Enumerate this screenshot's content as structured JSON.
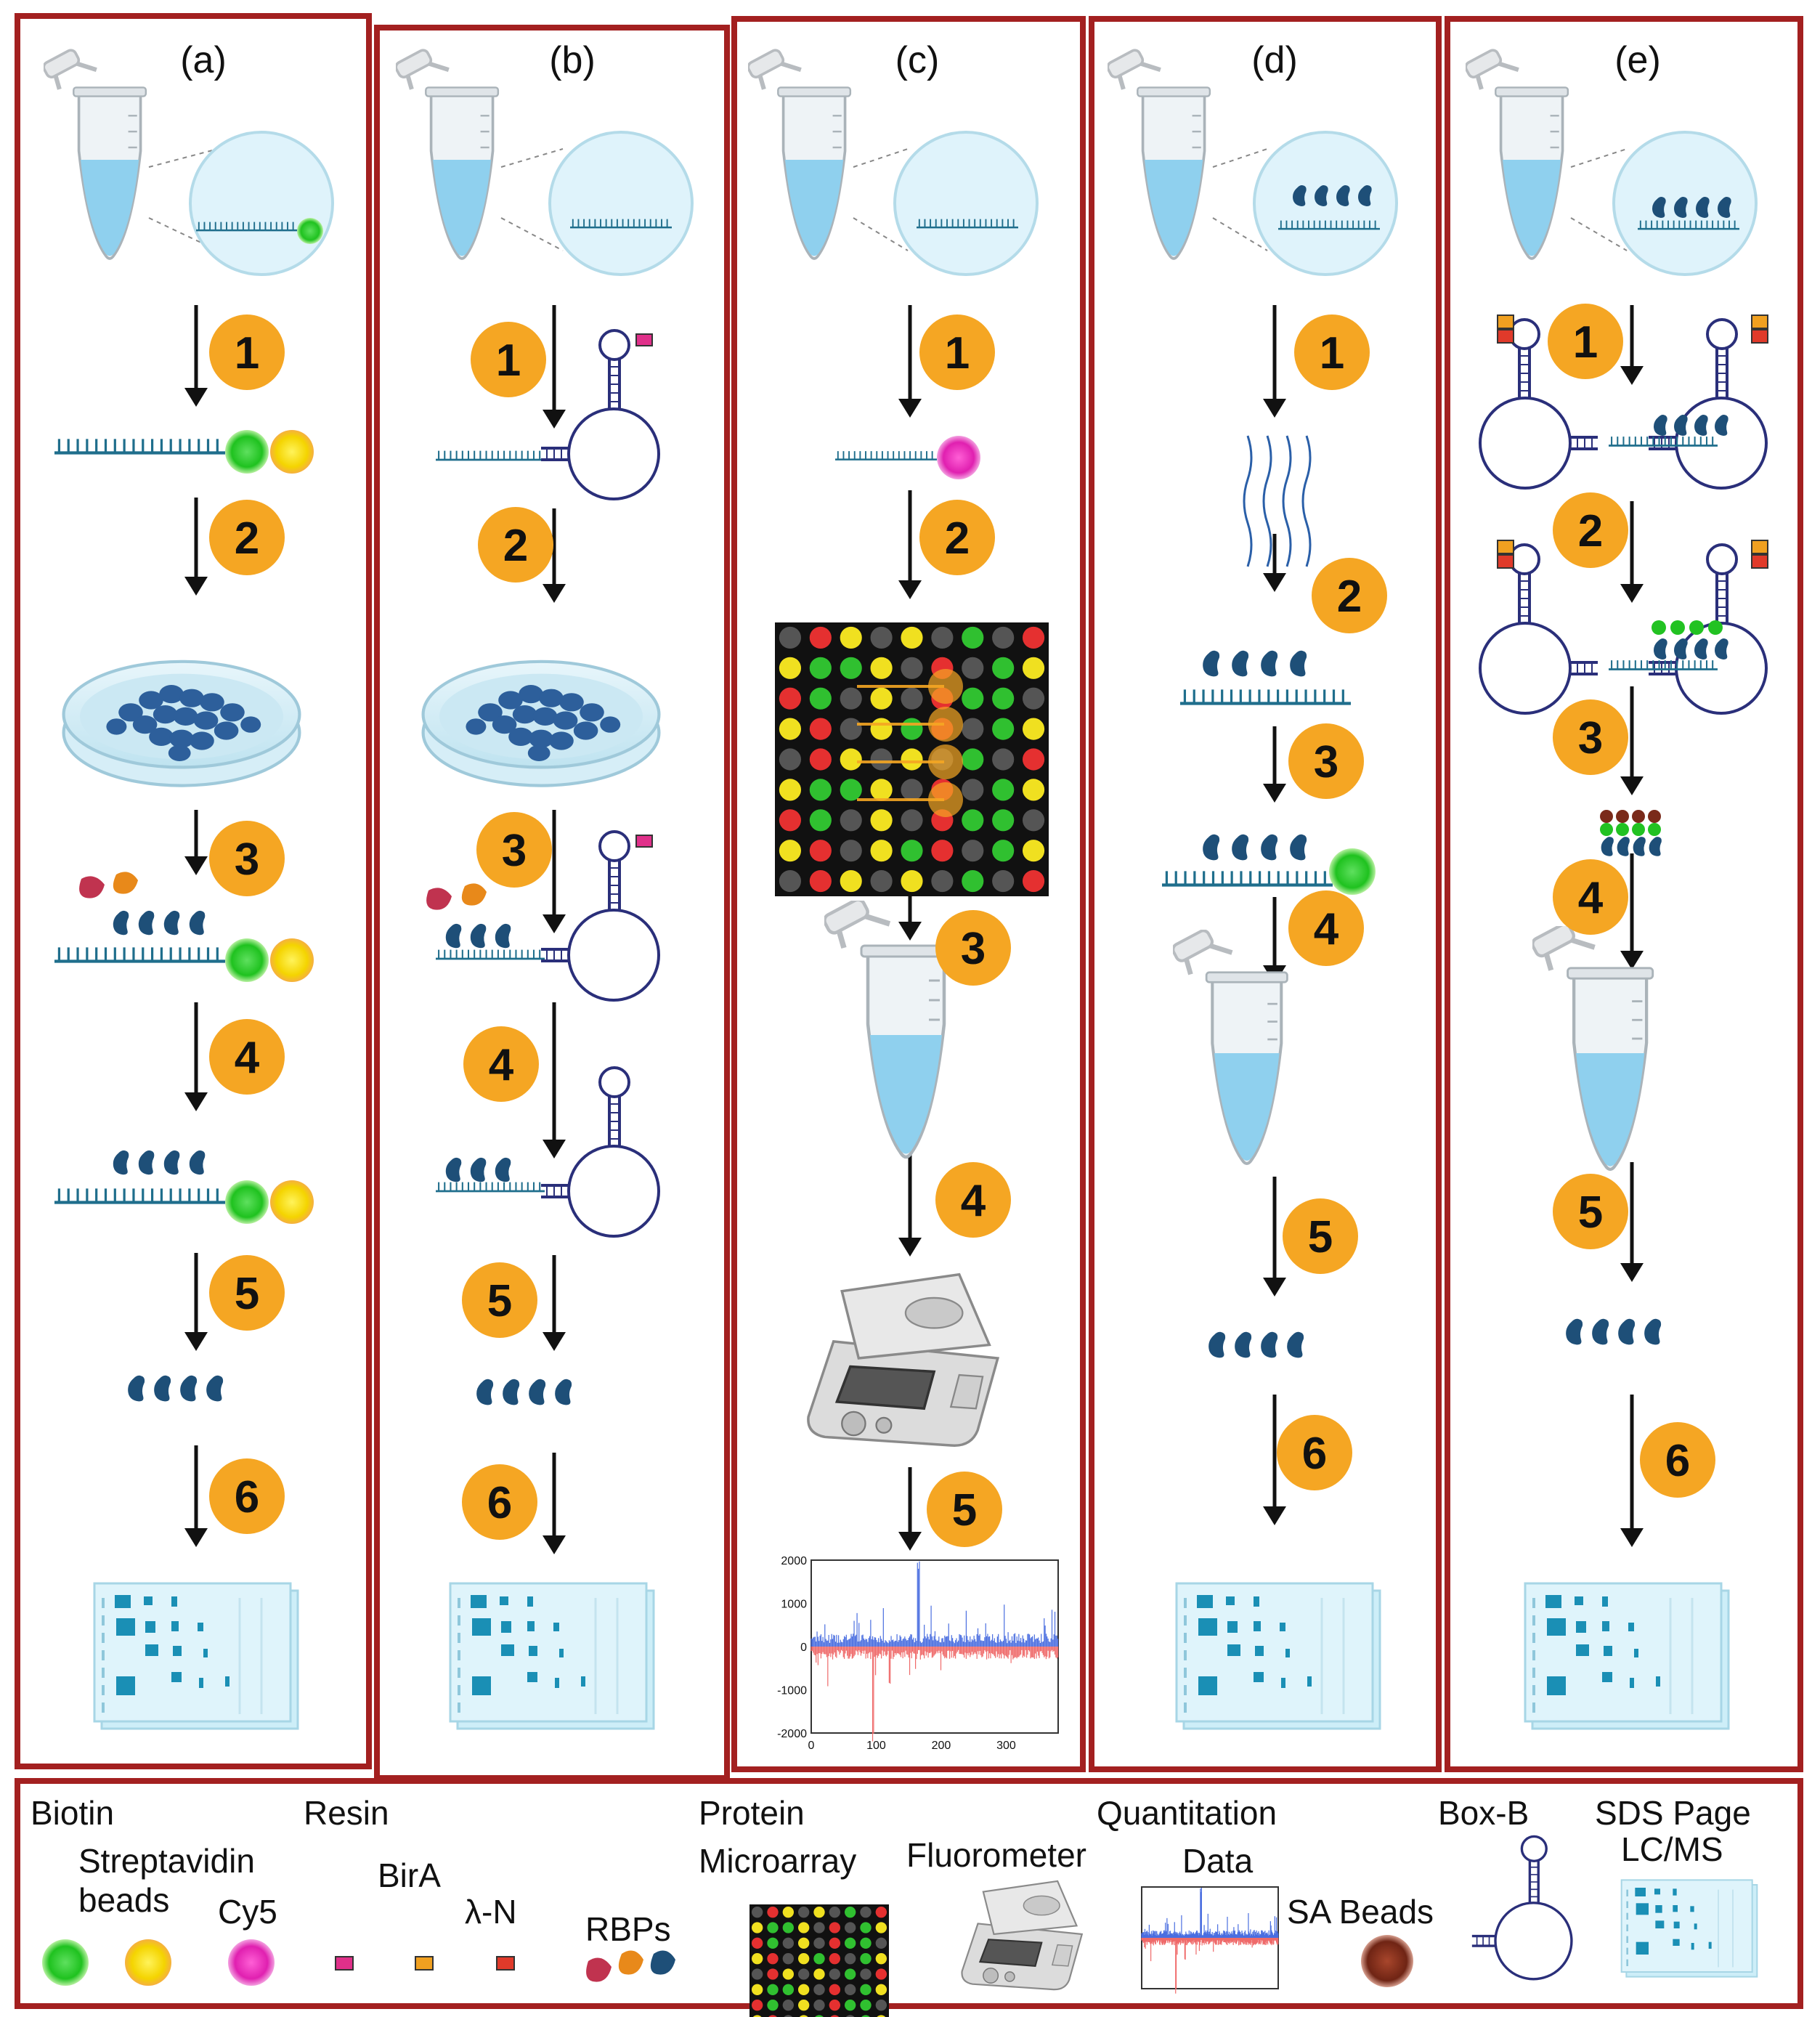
{
  "panels": [
    {
      "label": "(a)",
      "steps": [
        "1",
        "2",
        "3",
        "4",
        "5",
        "6"
      ]
    },
    {
      "label": "(b)",
      "steps": [
        "1",
        "2",
        "3",
        "4",
        "5",
        "6"
      ]
    },
    {
      "label": "(c)",
      "steps": [
        "1",
        "2",
        "3",
        "4",
        "5"
      ]
    },
    {
      "label": "(d)",
      "steps": [
        "1",
        "2",
        "3",
        "4",
        "5",
        "6"
      ]
    },
    {
      "label": "(e)",
      "steps": [
        "1",
        "2",
        "3",
        "4",
        "5",
        "6"
      ]
    }
  ],
  "chart_data": {
    "type": "bar",
    "ylim": [
      -2000,
      2000
    ],
    "xlim": [
      0,
      380
    ],
    "yticks": [
      "2000",
      "1000",
      "0",
      "-1000",
      "-2000"
    ],
    "xticks": [
      "0",
      "100",
      "200",
      "300"
    ]
  },
  "legend": {
    "biotin": "Biotin",
    "streptavidin_1": "Streptavidin",
    "streptavidin_2": "beads",
    "cy5": "Cy5",
    "resin": "Resin",
    "bira": "BirA",
    "lambda_n": "λ-N",
    "rbps": "RBPs",
    "protein_1": "Protein",
    "protein_2": "Microarray",
    "fluorometer": "Fluorometer",
    "quant_1": "Quantitation",
    "quant_2": "Data",
    "sa_beads": "SA Beads",
    "boxb": "Box-B",
    "sds_1": "SDS Page",
    "sds_2": "LC/MS"
  },
  "colors": {
    "frame": "#a32020",
    "badge": "#f5a623",
    "rna": "#1f6e8c",
    "protein": "#1e4f78",
    "biotin": "#22c222",
    "streptavidin": "#f4d400",
    "cy5": "#e020b0",
    "resin": "#e0308a",
    "bira": "#f0a020",
    "lambda_n": "#e03a2a",
    "sa_bead": "#7a2a1a",
    "tube_liquid": "#8fd0ee",
    "gel": "#cdeef8"
  }
}
